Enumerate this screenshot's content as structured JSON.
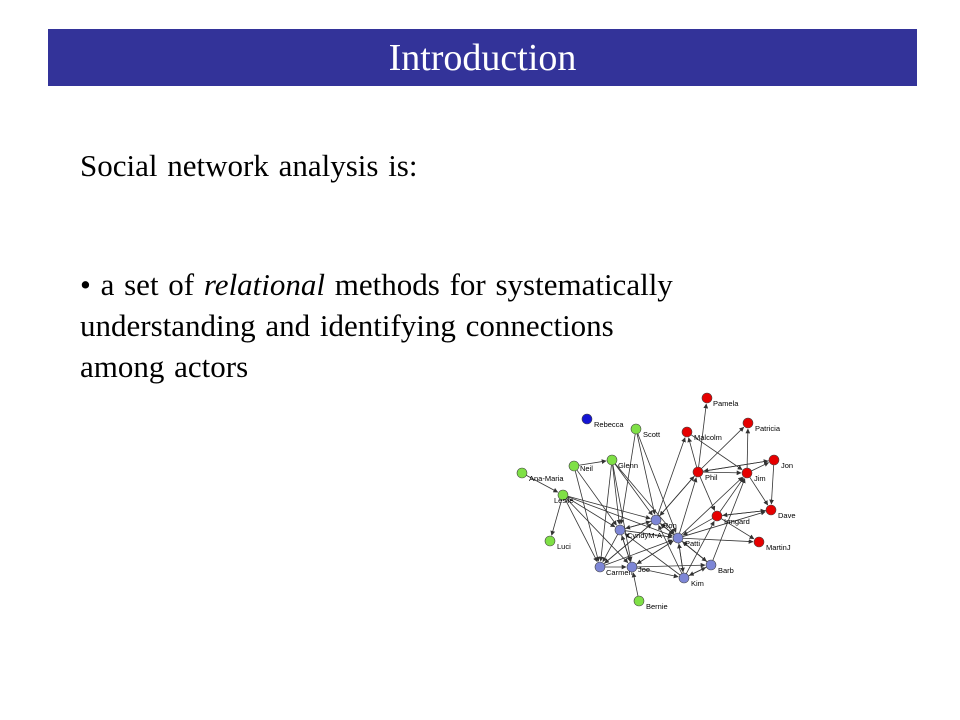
{
  "colors": {
    "title_bar_bg": "#333399",
    "title_text": "#ffffff",
    "body_text": "#000000",
    "node_green": "#7fe046",
    "node_blue": "#7d86d6",
    "node_red": "#e60000",
    "node_dark_blue": "#1414d4",
    "edge": "#333333"
  },
  "slide": {
    "title": "Introduction",
    "heading": "Social network analysis is:",
    "bullet": {
      "marker": "•",
      "pre": "a set of",
      "emphasis": "relational",
      "line1_post": "methods for systematically",
      "line2": "understanding and identifying connections",
      "line3": "among actors"
    }
  },
  "network": {
    "nodes": [
      {
        "id": "Pamela",
        "label": "Pamela",
        "group": "red"
      },
      {
        "id": "Patricia",
        "label": "Patricia",
        "group": "red"
      },
      {
        "id": "Malcolm",
        "label": "Malcolm",
        "group": "red"
      },
      {
        "id": "Jon",
        "label": "Jon",
        "group": "red"
      },
      {
        "id": "Phil",
        "label": "Phil",
        "group": "red"
      },
      {
        "id": "Jim",
        "label": "Jim",
        "group": "red"
      },
      {
        "id": "Dave",
        "label": "Dave",
        "group": "red"
      },
      {
        "id": "Irmgard",
        "label": "Irmgard",
        "group": "red"
      },
      {
        "id": "MartinJ",
        "label": "MartinJ",
        "group": "red"
      },
      {
        "id": "Rebecca",
        "label": "Rebecca",
        "group": "dark-blue"
      },
      {
        "id": "Scott",
        "label": "Scott",
        "group": "green"
      },
      {
        "id": "Glenn",
        "label": "Glenn",
        "group": "green"
      },
      {
        "id": "Neil",
        "label": "Neil",
        "group": "green"
      },
      {
        "id": "Ana-Maria",
        "label": "Ana-Maria",
        "group": "green"
      },
      {
        "id": "Leslie",
        "label": "Leslie",
        "group": "green"
      },
      {
        "id": "Luci",
        "label": "Luci",
        "group": "green"
      },
      {
        "id": "Bernie",
        "label": "Bernie",
        "group": "green"
      },
      {
        "id": "Ron",
        "label": "Ron",
        "group": "blue"
      },
      {
        "id": "CyndyM-A",
        "label": "CyndyM-A",
        "group": "blue"
      },
      {
        "id": "Patti",
        "label": "Patti",
        "group": "blue"
      },
      {
        "id": "Carmen",
        "label": "Carmen",
        "group": "blue"
      },
      {
        "id": "Joe",
        "label": "Joe",
        "group": "blue"
      },
      {
        "id": "Kim",
        "label": "Kim",
        "group": "blue"
      },
      {
        "id": "Barb",
        "label": "Barb",
        "group": "blue"
      }
    ],
    "edges": [
      [
        "Phil",
        "Pamela"
      ],
      [
        "Phil",
        "Malcolm"
      ],
      [
        "Phil",
        "Patricia"
      ],
      [
        "Phil",
        "Jon"
      ],
      [
        "Phil",
        "Jim"
      ],
      [
        "Jim",
        "Jon"
      ],
      [
        "Jim",
        "Patricia"
      ],
      [
        "Jim",
        "Dave"
      ],
      [
        "Malcolm",
        "Jim"
      ],
      [
        "Jon",
        "Dave"
      ],
      [
        "Irmgard",
        "Jim"
      ],
      [
        "Irmgard",
        "Dave"
      ],
      [
        "Irmgard",
        "MartinJ"
      ],
      [
        "Dave",
        "Irmgard"
      ],
      [
        "Jon",
        "Phil"
      ],
      [
        "Patti",
        "Phil"
      ],
      [
        "Patti",
        "Jim"
      ],
      [
        "Patti",
        "Dave"
      ],
      [
        "Ron",
        "Phil"
      ],
      [
        "Ron",
        "Malcolm"
      ],
      [
        "Phil",
        "Ron"
      ],
      [
        "Barb",
        "Jim"
      ],
      [
        "Kim",
        "Irmgard"
      ],
      [
        "Patti",
        "MartinJ"
      ],
      [
        "Phil",
        "Irmgard"
      ],
      [
        "Scott",
        "Ron"
      ],
      [
        "Scott",
        "Patti"
      ],
      [
        "Scott",
        "CyndyM-A"
      ],
      [
        "Glenn",
        "Ron"
      ],
      [
        "Glenn",
        "CyndyM-A"
      ],
      [
        "Glenn",
        "Carmen"
      ],
      [
        "Glenn",
        "Joe"
      ],
      [
        "Glenn",
        "Patti"
      ],
      [
        "Neil",
        "CyndyM-A"
      ],
      [
        "Neil",
        "Carmen"
      ],
      [
        "Neil",
        "Glenn"
      ],
      [
        "Ana-Maria",
        "Leslie"
      ],
      [
        "Leslie",
        "Luci"
      ],
      [
        "Leslie",
        "Ron"
      ],
      [
        "Leslie",
        "CyndyM-A"
      ],
      [
        "Leslie",
        "Carmen"
      ],
      [
        "Leslie",
        "Patti"
      ],
      [
        "Leslie",
        "Joe"
      ],
      [
        "Ron",
        "CyndyM-A"
      ],
      [
        "CyndyM-A",
        "Ron"
      ],
      [
        "Ron",
        "Patti"
      ],
      [
        "Patti",
        "Ron"
      ],
      [
        "CyndyM-A",
        "Carmen"
      ],
      [
        "CyndyM-A",
        "Joe"
      ],
      [
        "Carmen",
        "Joe"
      ],
      [
        "Joe",
        "Patti"
      ],
      [
        "Patti",
        "Joe"
      ],
      [
        "Joe",
        "Kim"
      ],
      [
        "Kim",
        "Patti"
      ],
      [
        "Patti",
        "Barb"
      ],
      [
        "Barb",
        "Kim"
      ],
      [
        "Kim",
        "Barb"
      ],
      [
        "Barb",
        "Patti"
      ],
      [
        "Carmen",
        "Ron"
      ],
      [
        "Carmen",
        "Patti"
      ],
      [
        "Kim",
        "CyndyM-A"
      ],
      [
        "Bernie",
        "Joe"
      ],
      [
        "CyndyM-A",
        "Patti"
      ],
      [
        "Joe",
        "CyndyM-A"
      ],
      [
        "Ron",
        "Carmen"
      ],
      [
        "Joe",
        "Barb"
      ],
      [
        "Kim",
        "Ron"
      ],
      [
        "Patti",
        "Kim"
      ],
      [
        "Barb",
        "Ron"
      ],
      [
        "Irmgard",
        "Patti"
      ]
    ]
  }
}
